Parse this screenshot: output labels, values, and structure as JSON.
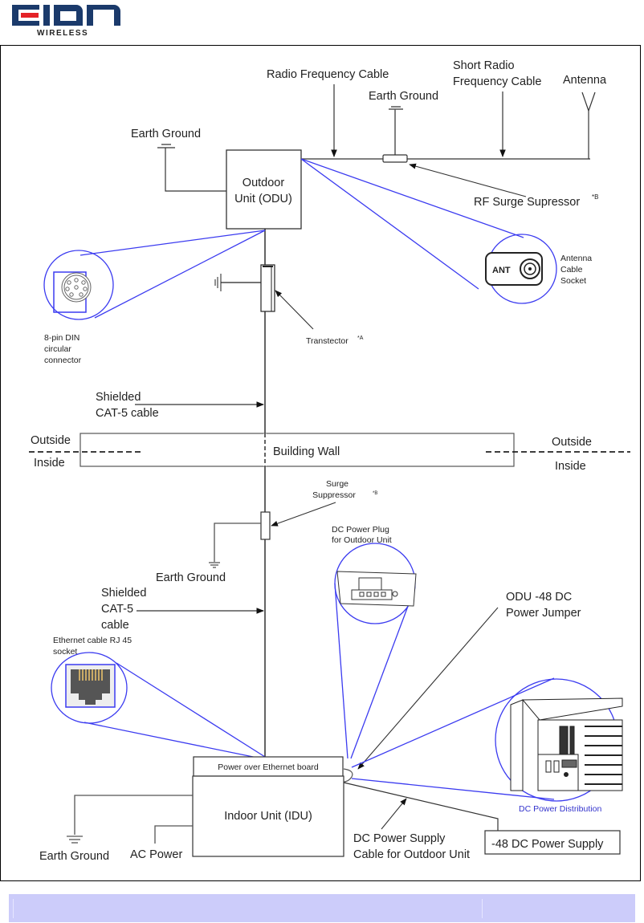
{
  "header": {
    "logo_text": "EION",
    "logo_subtext": "WIRELESS",
    "brand_colors": {
      "navy": "#1b3a6b",
      "red": "#e42227"
    }
  },
  "colors": {
    "callout": "#3b3bf0",
    "line": "#333333",
    "footer_bar": "#ccccfa"
  },
  "diagram": {
    "top": {
      "rf_cable": "Radio Frequency Cable",
      "short_rf_cable": [
        "Short Radio",
        "Frequency Cable"
      ],
      "antenna": "Antenna",
      "earth_ground_rf": "Earth Ground",
      "earth_ground_odu": "Earth Ground",
      "rf_surge": "RF Surge Supressor",
      "rf_surge_note": "*B",
      "odu": [
        "Outdoor",
        "Unit (ODU)"
      ],
      "antenna_socket": [
        "Antenna",
        "Cable",
        "Socket"
      ],
      "ant_badge": "ANT"
    },
    "middle": {
      "din_connector": [
        "8-pin DIN",
        "circular",
        "connector"
      ],
      "transtector": "Transtector",
      "transtector_note": "*A",
      "shielded_cable_top": [
        "Shielded",
        "CAT-5 cable"
      ],
      "wall": "Building Wall",
      "outside_left": "Outside",
      "inside_left": "Inside",
      "outside_right": "Outside",
      "inside_right": "Inside",
      "surge_suppressor": [
        "Surge",
        "Suppressor"
      ],
      "surge_note": "*B",
      "earth_ground_surge": "Earth Ground",
      "dc_plug": [
        "DC Power Plug",
        "for Outdoor Unit"
      ],
      "shielded_cable_bottom": [
        "Shielded",
        "CAT-5",
        "cable"
      ],
      "rj45": [
        "Ethernet cable RJ 45",
        "socket"
      ],
      "odu_jumper": [
        "ODU -48 DC",
        "Power Jumper"
      ],
      "dc_distribution": "DC Power Distribution"
    },
    "bottom": {
      "poe_board": "Power over Ethernet board",
      "idu": "Indoor Unit (IDU)",
      "earth_ground_idu": "Earth Ground",
      "ac_power": "AC Power",
      "dc_cable": [
        "DC Power Supply",
        "Cable for Outdoor Unit"
      ],
      "dc_supply": "-48  DC Power Supply"
    }
  }
}
